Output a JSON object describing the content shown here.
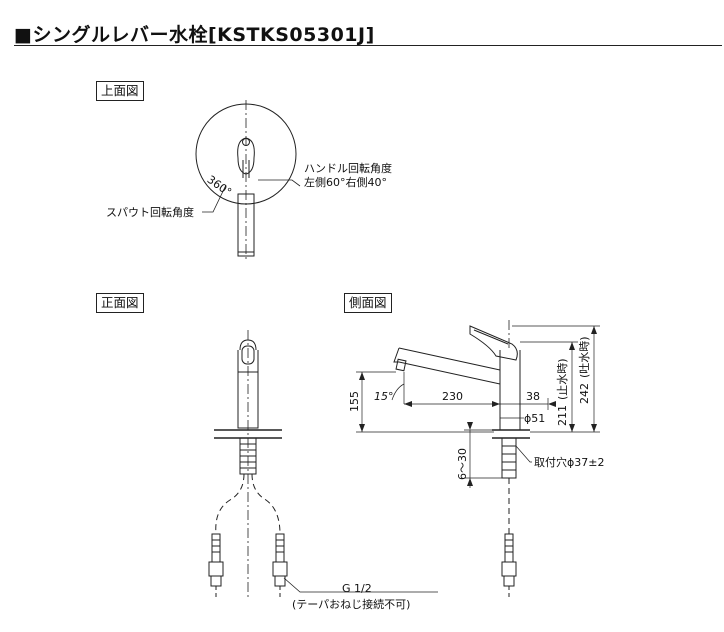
{
  "title": "■シングルレバー水栓[KSTKS05301J]",
  "views": {
    "top": "上面図",
    "front": "正面図",
    "side": "側面図"
  },
  "top_view": {
    "rotation_angle": "360°",
    "handle_label_line1": "ハンドル回転角度",
    "handle_label_line2": "左側60°右側40°",
    "spout_label": "スパウト回転角度"
  },
  "side_view": {
    "dim_155": "155",
    "dim_15deg": "15°",
    "dim_230": "230",
    "dim_38": "38",
    "dim_phi51": "ϕ51",
    "dim_211": "211",
    "dim_211_note": "(止水時)",
    "dim_242": "242",
    "dim_242_note": "(吐水時)",
    "dim_6_30": "6〜30",
    "mount_hole": "取付穴ϕ37±2"
  },
  "front_view": {
    "thread_label": "G 1/2",
    "thread_note": "(テーパおねじ接続不可)"
  }
}
